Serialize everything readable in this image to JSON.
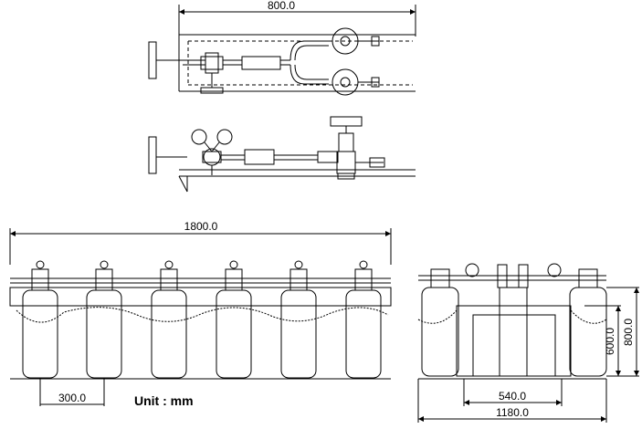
{
  "dimensions": {
    "top_width": "800.0",
    "front_width": "1800.0",
    "cylinder_pitch": "300.0",
    "side_width": "1180.0",
    "side_inner_width": "540.0",
    "side_height": "800.0",
    "side_mid_height": "600.0"
  },
  "unit_label": "Unit : mm",
  "colors": {
    "line": "#000000",
    "background": "#ffffff"
  }
}
